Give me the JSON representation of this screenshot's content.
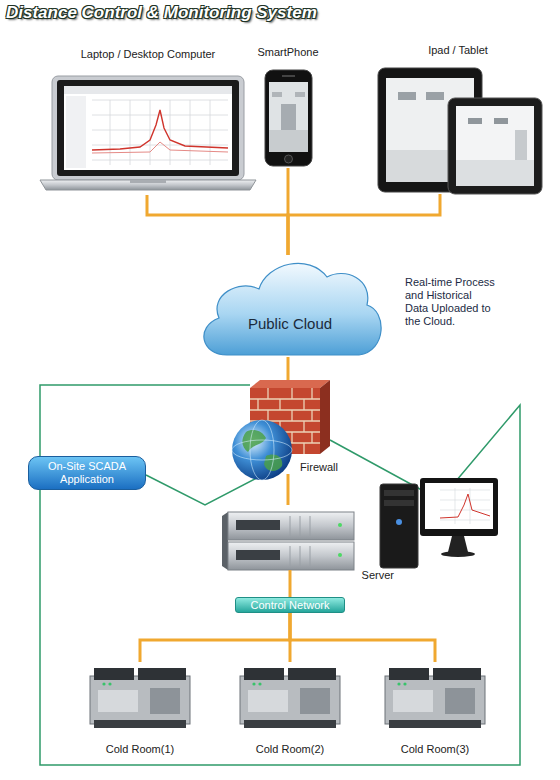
{
  "diagram": {
    "title": "Distance Control & Monitoring System",
    "nodes": [
      {
        "text": [
          "Laptop / Desktop Computer"
        ]
      },
      {
        "text": [
          "SmartPhone"
        ]
      },
      {
        "text": [
          "Ipad / Tablet"
        ]
      },
      {
        "text": [
          "Public Cloud"
        ]
      },
      {
        "text": [
          "Firewall"
        ]
      },
      {
        "text": [
          "On-Site SCADA Application"
        ]
      },
      {
        "text": [
          "Server"
        ]
      },
      {
        "text": [
          "Control Network"
        ]
      },
      {
        "text": [
          "Cold Room(1)"
        ]
      },
      {
        "text": [
          "Cold Room(2)"
        ]
      },
      {
        "text": [
          "Cold Room(3)"
        ]
      }
    ],
    "edges": [
      {
        "from": 0,
        "to": 3,
        "arrow": "none"
      },
      {
        "from": 1,
        "to": 3,
        "arrow": "none"
      },
      {
        "from": 2,
        "to": 3,
        "arrow": "none"
      },
      {
        "from": 3,
        "to": 4,
        "arrow": "none"
      },
      {
        "from": 4,
        "to": 6,
        "arrow": "none"
      },
      {
        "from": 6,
        "to": 7,
        "arrow": "none"
      },
      {
        "from": 7,
        "to": 8,
        "arrow": "none"
      },
      {
        "from": 7,
        "to": 9,
        "arrow": "none"
      },
      {
        "from": 7,
        "to": 10,
        "arrow": "none"
      }
    ],
    "labels": [
      "Real-time Process and Historical Data Uploaded to the Cloud."
    ]
  }
}
